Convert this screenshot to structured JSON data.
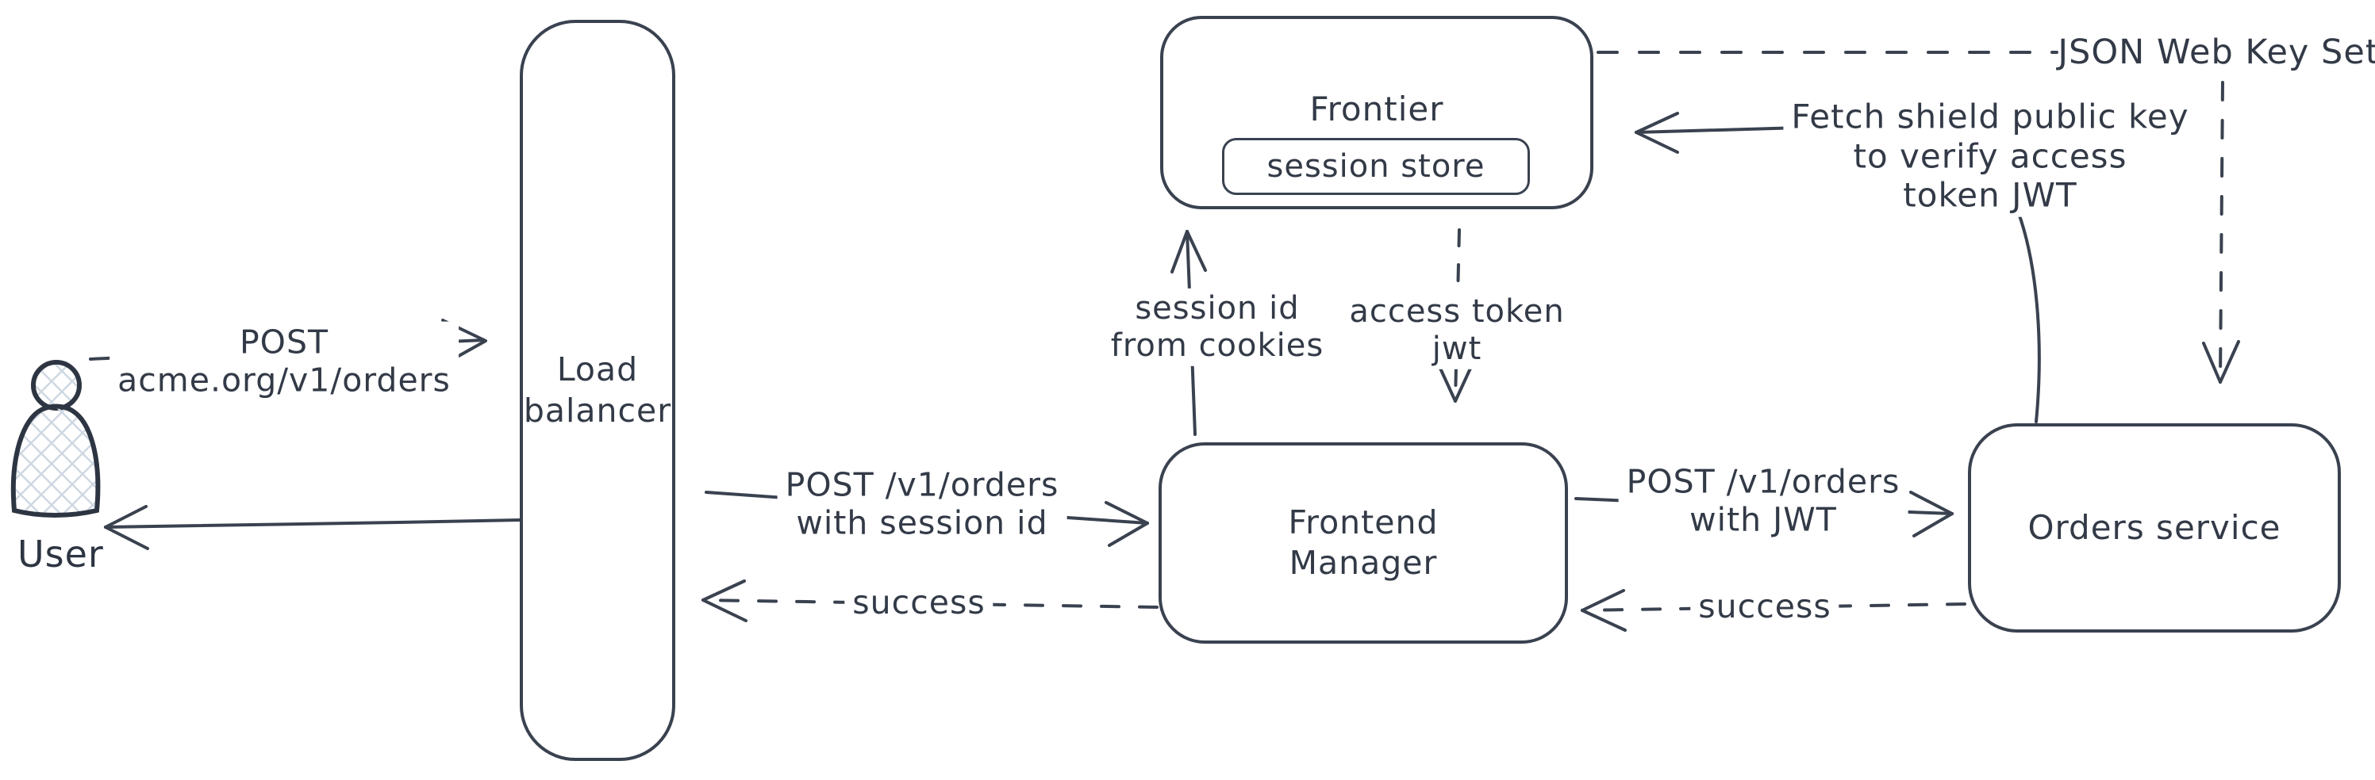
{
  "diagram": {
    "nodes": {
      "user": {
        "label": "User"
      },
      "load_balancer": {
        "lines": [
          "Load",
          "balancer"
        ]
      },
      "frontier": {
        "label": "Frontier",
        "session_store": {
          "label": "session store"
        }
      },
      "frontend_manager": {
        "lines": [
          "Frontend",
          "Manager"
        ]
      },
      "orders_service": {
        "label": "Orders service"
      },
      "jwks": {
        "label": "JSON Web Key Set"
      }
    },
    "edges": {
      "user_to_lb": {
        "lines": [
          "POST",
          "acme.org/v1/orders"
        ],
        "style": "solid"
      },
      "lb_to_user": {
        "style": "solid"
      },
      "lb_to_fm": {
        "lines": [
          "POST /v1/orders",
          "with session id"
        ],
        "style": "solid"
      },
      "fm_to_lb": {
        "label": "success",
        "style": "dashed"
      },
      "fm_to_frontier": {
        "lines": [
          "session id",
          "from cookies"
        ],
        "style": "solid"
      },
      "frontier_to_fm": {
        "lines": [
          "access token",
          "jwt"
        ],
        "style": "dashed"
      },
      "fm_to_orders": {
        "lines": [
          "POST /v1/orders",
          "with JWT"
        ],
        "style": "solid"
      },
      "orders_to_fm": {
        "label": "success",
        "style": "dashed"
      },
      "orders_to_frontier": {
        "lines": [
          "Fetch shield public key",
          "to verify access",
          "token JWT"
        ],
        "style": "solid"
      },
      "frontier_to_jwks": {
        "style": "dashed"
      },
      "jwks_to_orders": {
        "style": "dashed"
      }
    },
    "colors": {
      "ink": "#3a4250",
      "text": "#333a47",
      "hatch_fill": "#cfd8e2",
      "background": "#ffffff"
    }
  }
}
